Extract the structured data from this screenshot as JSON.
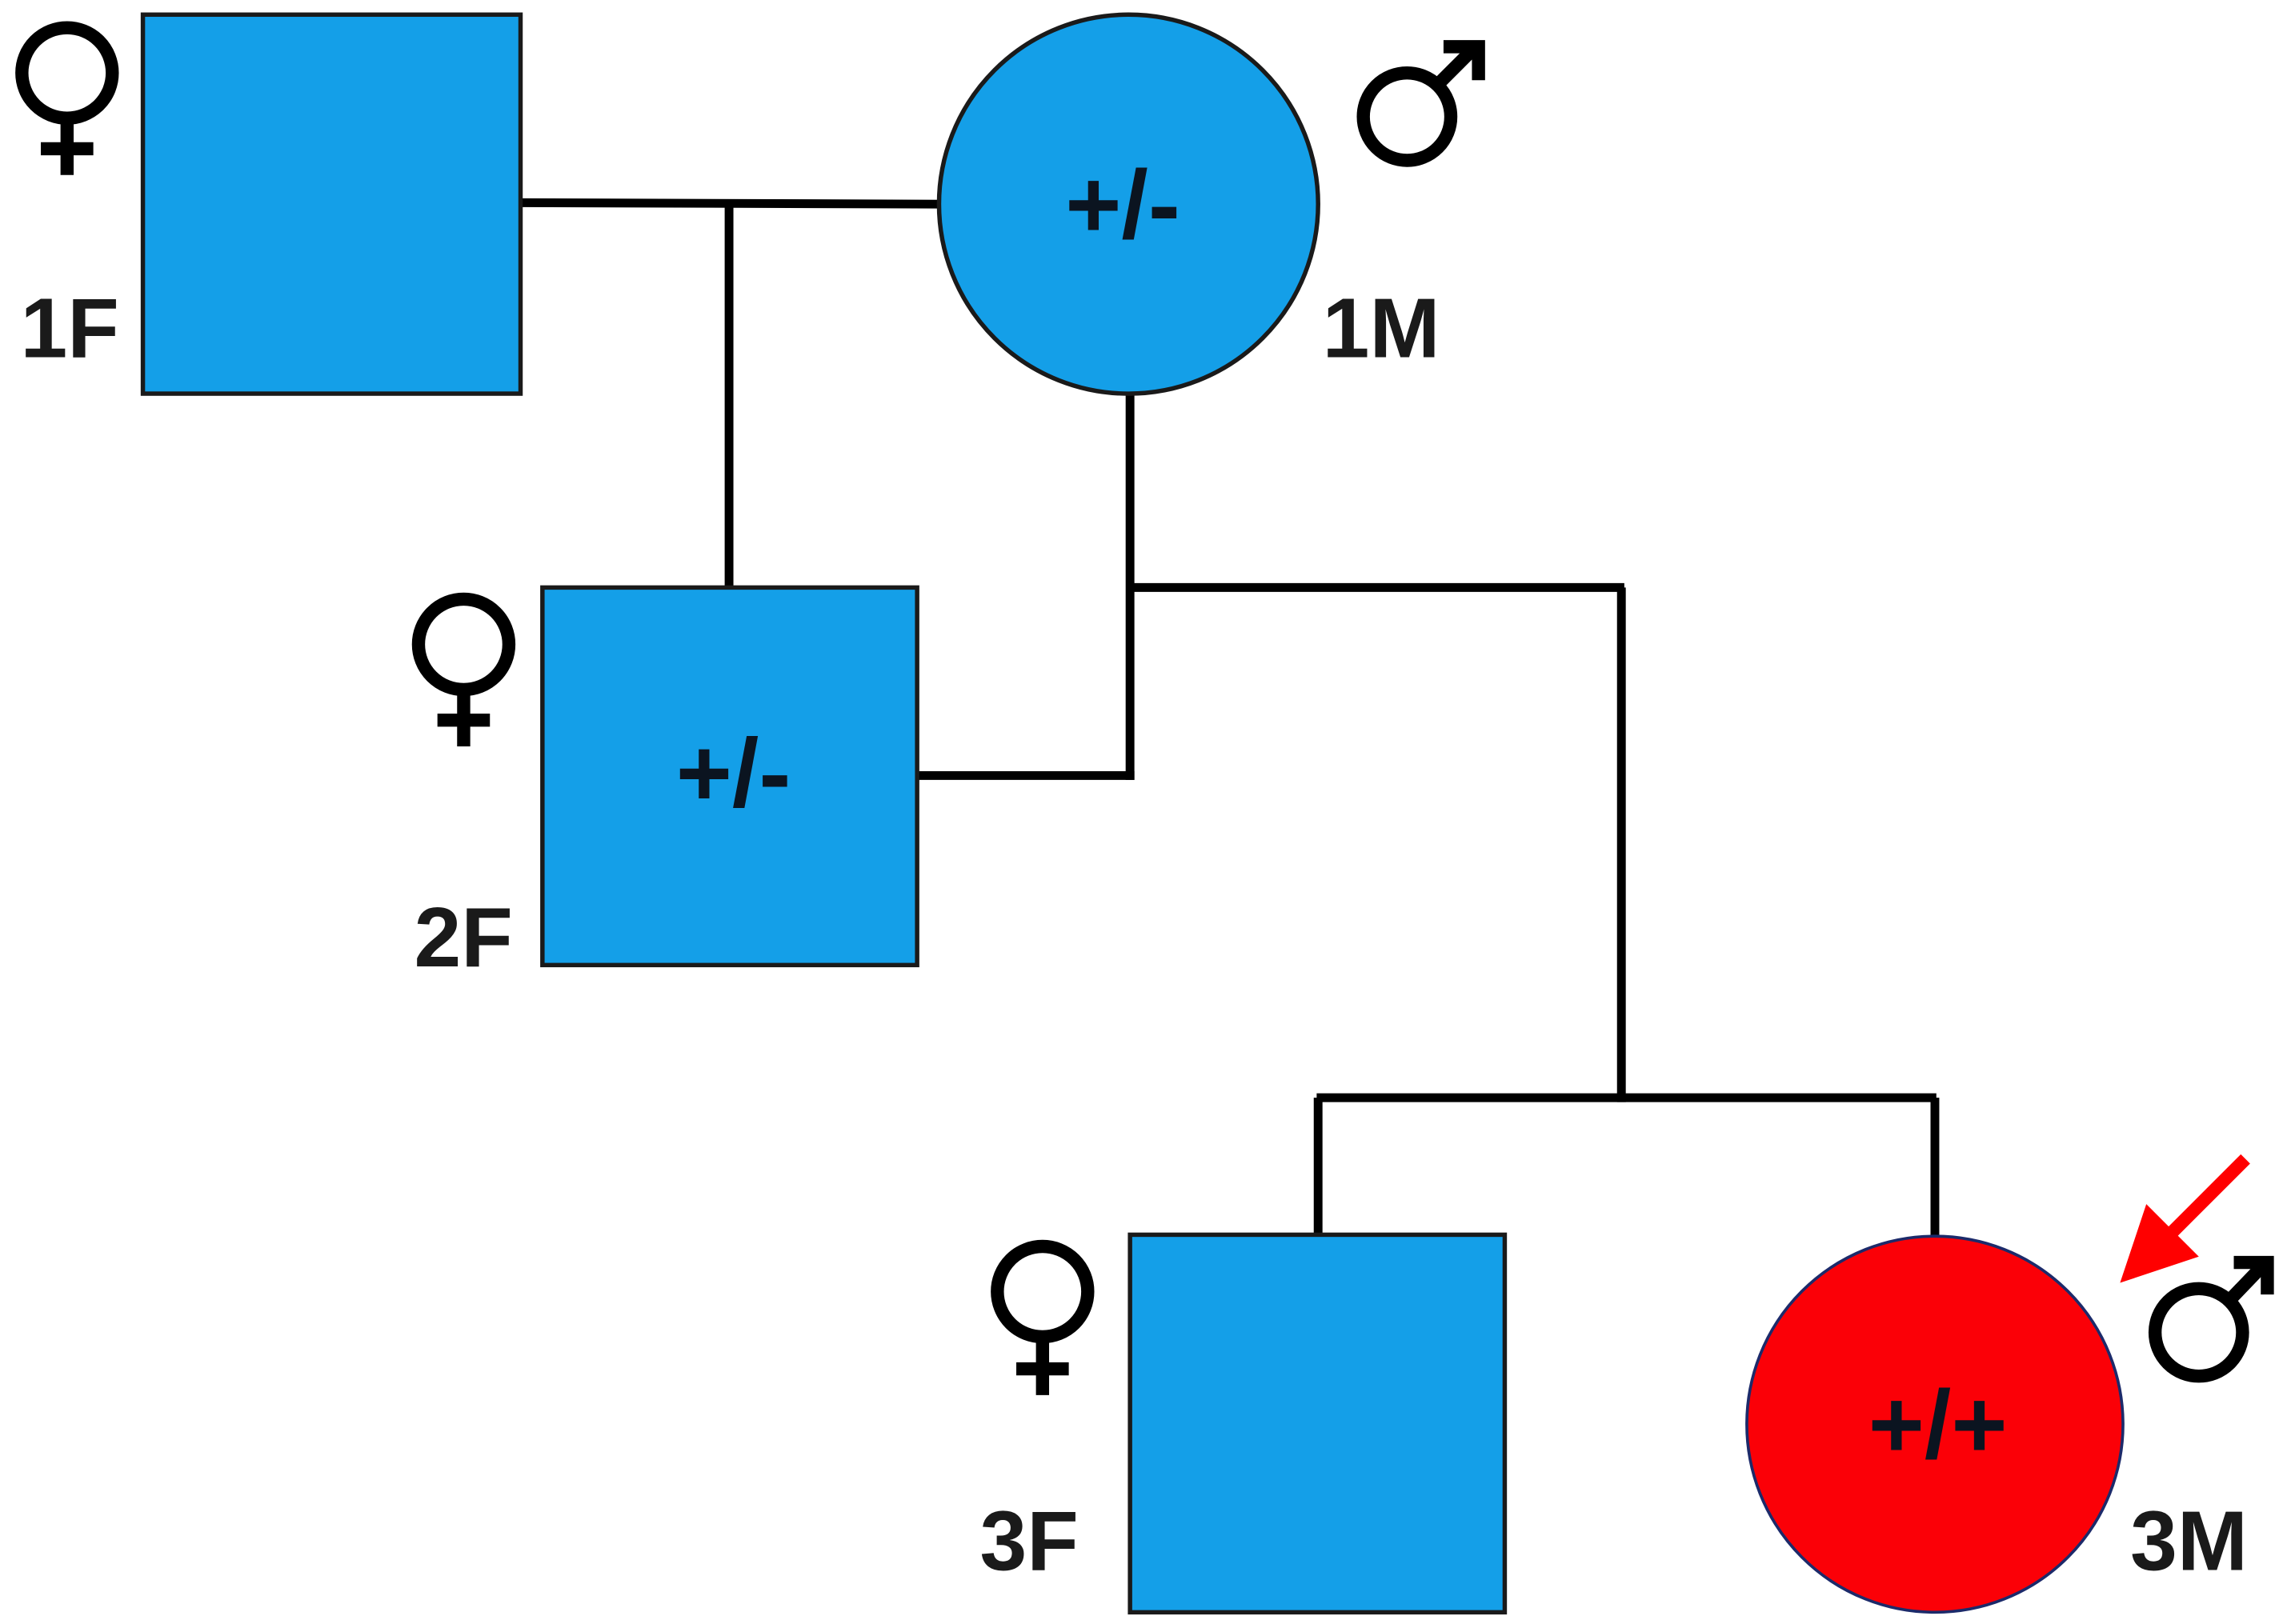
{
  "colors": {
    "carrier": "#149fe8",
    "affected": "#fb0007",
    "line": "#000000",
    "proband_arrow": "#ff0000"
  },
  "individuals": [
    {
      "id": "1F",
      "label": "1F",
      "sex_symbol": "female-icon",
      "shape": "square",
      "genotype": ""
    },
    {
      "id": "1M",
      "label": "1M",
      "sex_symbol": "male-icon",
      "shape": "circle",
      "genotype": "+/-"
    },
    {
      "id": "2F",
      "label": "2F",
      "sex_symbol": "female-icon",
      "shape": "square",
      "genotype": "+/-"
    },
    {
      "id": "3F",
      "label": "3F",
      "sex_symbol": "female-icon",
      "shape": "square",
      "genotype": ""
    },
    {
      "id": "3M",
      "label": "3M",
      "sex_symbol": "male-icon",
      "shape": "circle",
      "genotype": "+/+",
      "proband": true
    }
  ]
}
